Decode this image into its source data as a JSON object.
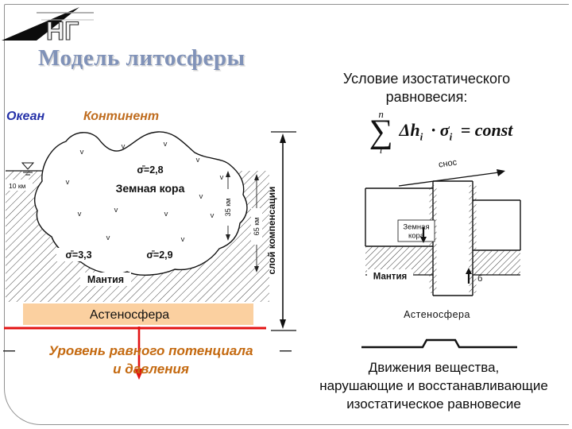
{
  "logo": {
    "text": "НГ"
  },
  "title": "Модель литосферы",
  "left_panel": {
    "ocean": "Океан",
    "continent": "Континент",
    "depth_10": "10 км",
    "sigma_crust": "σ̄=2,8",
    "crust": "Земная кора",
    "sigma_left": "σ̄=3,3",
    "sigma_right": "σ̄=2,9",
    "mantle": "Мантия",
    "compensation": "слой компенсации",
    "depth_35": "35 км",
    "depth_65": "65 км",
    "asthenosphere": "Астеносфера",
    "v": "v",
    "dash": "—",
    "level_caption": "Уровень равного потенциала\nи давления"
  },
  "right_panel": {
    "heading": "Условие изостатического\nравновесия:",
    "formula": {
      "upper": "n",
      "sigma": "∑",
      "lower": "i",
      "term1": "Δh",
      "sub1": "i",
      "term2": "· σ",
      "sub2": "i",
      "term3": "= const"
    },
    "snos": "снос",
    "crust_line1": "Земная",
    "crust_line2": "кора",
    "mantle": "Мантия",
    "asthenosphere": "Астеносфера",
    "label_b": "б",
    "caption": "Движения вещества,\nнарушающие и восстанавливающие\nизостатическое равновесие"
  }
}
